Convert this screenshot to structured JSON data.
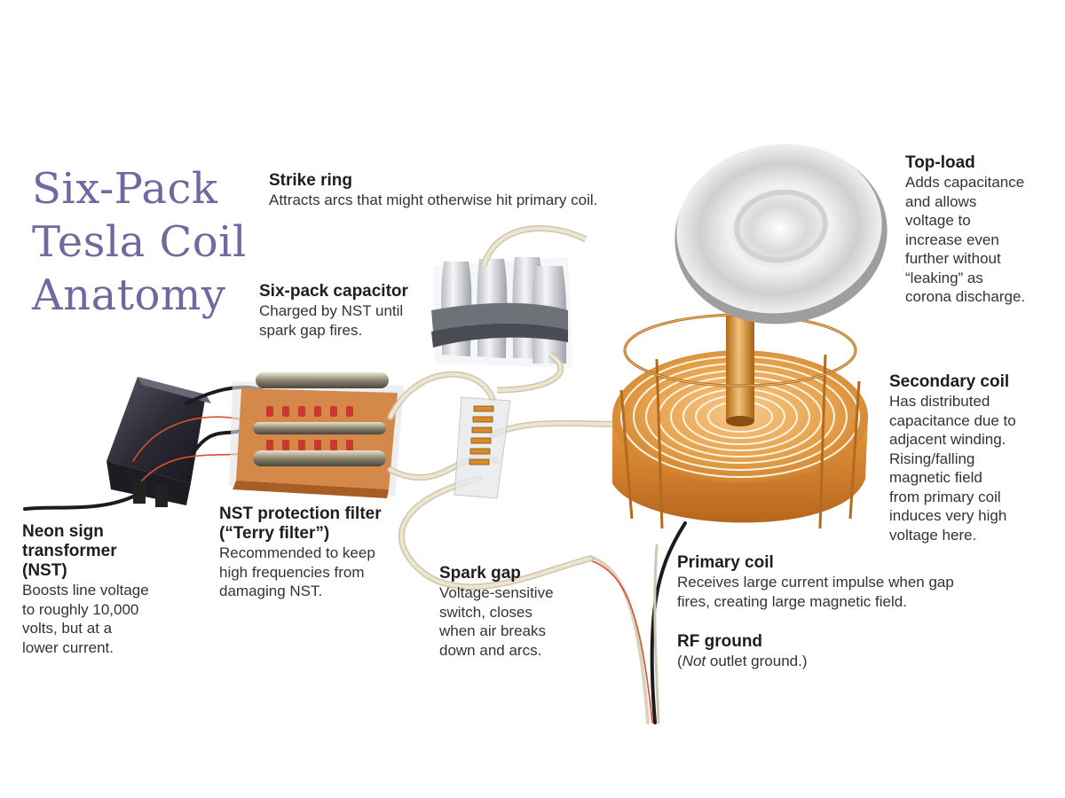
{
  "title_lines": [
    "Six-Pack",
    "Tesla Coil",
    "Anatomy"
  ],
  "labels": {
    "strike_ring": {
      "heading": "Strike ring",
      "desc": [
        "Attracts arcs that might otherwise hit primary coil."
      ]
    },
    "top_load": {
      "heading": "Top-load",
      "desc": [
        "Adds capacitance",
        "and allows",
        "voltage to",
        "increase even",
        "further without",
        "“leaking” as",
        "corona discharge."
      ]
    },
    "six_pack_capacitor": {
      "heading": "Six-pack capacitor",
      "desc": [
        "Charged by NST until",
        "spark gap fires."
      ]
    },
    "secondary_coil": {
      "heading": "Secondary coil",
      "desc": [
        "Has distributed",
        "capacitance due to",
        "adjacent winding.",
        "Rising/falling",
        "magnetic field",
        "from primary coil",
        "induces very high",
        "voltage here."
      ]
    },
    "nst_filter": {
      "heading": [
        "NST protection filter",
        "(“Terry filter”)"
      ],
      "desc": [
        "Recommended to keep",
        "high frequencies from",
        "damaging NST."
      ]
    },
    "nst": {
      "heading": [
        "Neon sign",
        "transformer",
        "(NST)"
      ],
      "desc": [
        "Boosts line voltage",
        "to roughly 10,000",
        "volts, but at a",
        "lower current."
      ]
    },
    "spark_gap": {
      "heading": "Spark gap",
      "desc": [
        "Voltage-sensitive",
        "switch, closes",
        "when air breaks",
        "down and arcs."
      ]
    },
    "primary_coil": {
      "heading": "Primary coil",
      "desc": [
        "Receives large current impulse when gap",
        "fires, creating large magnetic field."
      ]
    },
    "rf_ground": {
      "heading": "RF ground",
      "desc_em": "Not",
      "desc_rest": " outlet ground.)",
      "desc_open": "("
    }
  },
  "colors": {
    "title": "#6e6aa0",
    "copper": "#d98a2b",
    "copper_light": "#f3c27a",
    "transformer": "#2c2a34",
    "wire_red": "#d8502f",
    "wire_tan": "#e3dcc4",
    "board": "#c97a3a"
  }
}
